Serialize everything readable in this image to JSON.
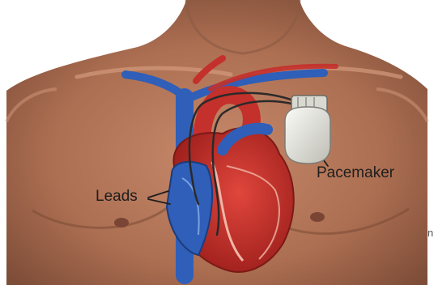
{
  "labels": {
    "leads": "Leads",
    "pacemaker": "Pacemaker"
  },
  "edge_glyph": "n",
  "colors": {
    "background": "#ffffff",
    "skin": "#b2765a",
    "skin_shadow": "#8a5a44",
    "vein_blue": "#2f5fb8",
    "artery_red": "#c4302b",
    "device": "#e8e8e2",
    "label_text": "#1e1e1e"
  },
  "icons": [
    "pacemaker-device-icon",
    "heart-icon",
    "lead-wire-icon"
  ]
}
